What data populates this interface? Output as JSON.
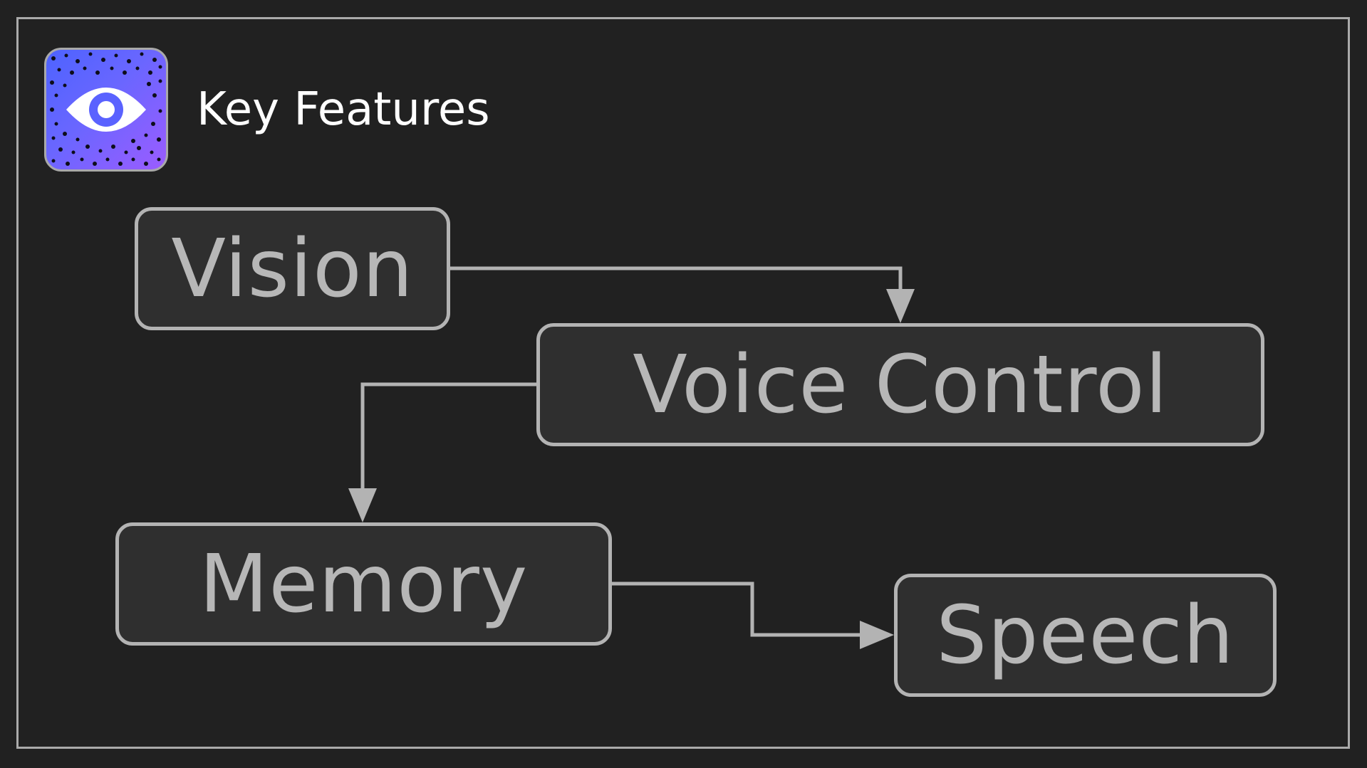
{
  "header": {
    "title": "Key Features",
    "logo_icon": "eye-icon"
  },
  "nodes": {
    "vision": "Vision",
    "voice_control": "Voice Control",
    "memory": "Memory",
    "speech": "Speech"
  },
  "edges": [
    {
      "from": "Vision",
      "to": "Voice Control"
    },
    {
      "from": "Voice Control",
      "to": "Memory"
    },
    {
      "from": "Memory",
      "to": "Speech"
    }
  ],
  "colors": {
    "background": "#212121",
    "node_fill": "#2f2f2f",
    "stroke": "#b3b3b3",
    "text": "#b7b7b7",
    "logo_gradient_start": "#4d63ff",
    "logo_gradient_end": "#9b5cff"
  }
}
